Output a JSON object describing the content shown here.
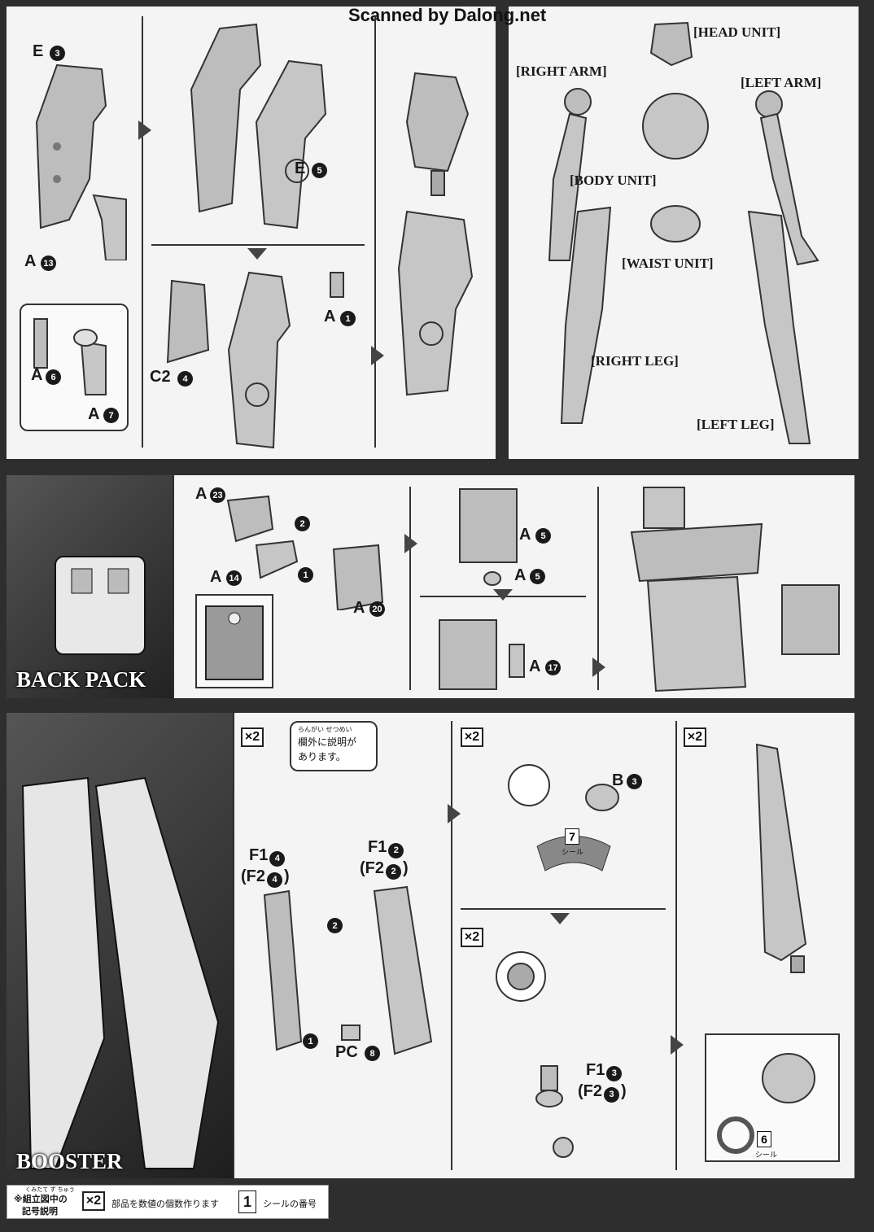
{
  "header": {
    "watermark": "Scanned by Dalong.net"
  },
  "step1": {
    "labels": [
      "E",
      "A",
      "A",
      "A",
      "E",
      "C2",
      "A"
    ],
    "numbers": [
      "3",
      "13",
      "6",
      "7",
      "5",
      "4",
      "1"
    ]
  },
  "units": {
    "head": "[HEAD UNIT]",
    "right_arm": "[RIGHT ARM]",
    "left_arm": "[LEFT ARM]",
    "body": "[BODY UNIT]",
    "waist": "[WAIST UNIT]",
    "right_leg": "[RIGHT LEG]",
    "left_leg": "[LEFT LEG]"
  },
  "backpack": {
    "title": "BACK PACK",
    "parts": {
      "a23": "A",
      "a14": "A",
      "a20": "A",
      "a5a": "A",
      "a5b": "A",
      "a17": "A"
    },
    "nums": {
      "a23": "23",
      "a14": "14",
      "a20": "20",
      "a5": "5",
      "a17": "17",
      "s1": "1",
      "s2": "2"
    }
  },
  "booster": {
    "title": "BOOSTER",
    "qty": "×2",
    "note_line1": "欄外に説明が",
    "note_line2": "あります。",
    "note_ruby": "らんがい せつめい",
    "f1_4": "F1",
    "f2_4": "(F2",
    "f1_2": "F1",
    "f2_2": "(F2",
    "pc8": "PC",
    "b3": "B",
    "f1_3": "F1",
    "f2_3": "(F2",
    "sticker_7": "7",
    "sticker_6": "6",
    "sticker_word": "シール",
    "nums": {
      "n4": "4",
      "n2": "2",
      "n8": "8",
      "n3": "3",
      "n1": "1"
    },
    "close_paren": ")"
  },
  "legend": {
    "title_ruby": "くみたて ず ちゅう",
    "title_line1": "※組立図中の",
    "title_line2": "記号説明",
    "qty_badge": "×2",
    "qty_text": "部品を数値の個数作ります",
    "sticker_badge": "1",
    "sticker_text": "シールの番号"
  }
}
